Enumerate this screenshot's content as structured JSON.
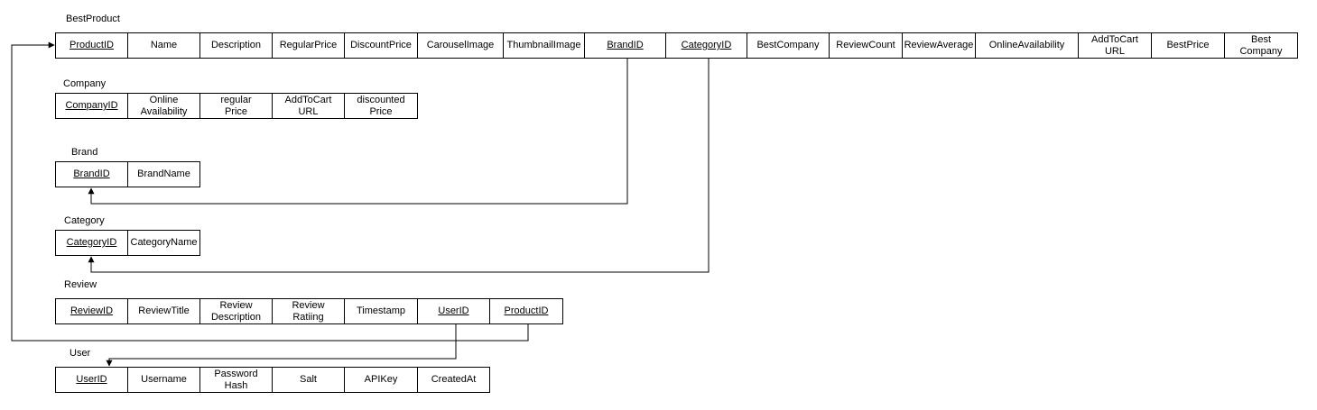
{
  "tables": {
    "bestproduct": {
      "name": "BestProduct",
      "columns": [
        "ProductID",
        "Name",
        "Description",
        "RegularPrice",
        "DiscountPrice",
        "CarouselImage",
        "ThumbnailImage",
        "BrandID",
        "CategoryID",
        "BestCompany",
        "ReviewCount",
        "ReviewAverage",
        "OnlineAvailability",
        "AddToCart\nURL",
        "BestPrice",
        "Best\nCompany"
      ]
    },
    "company": {
      "name": "Company",
      "columns": [
        "CompanyID",
        "Online\nAvailability",
        "regular\nPrice",
        "AddToCart\nURL",
        "discounted\nPrice"
      ]
    },
    "brand": {
      "name": "Brand",
      "columns": [
        "BrandID",
        "BrandName"
      ]
    },
    "category": {
      "name": "Category",
      "columns": [
        "CategoryID",
        "CategoryName"
      ]
    },
    "review": {
      "name": "Review",
      "columns": [
        "ReviewID",
        "ReviewTitle",
        "Review\nDescription",
        "Review\nRatiing",
        "Timestamp",
        "UserID",
        "ProductID"
      ]
    },
    "user": {
      "name": "User",
      "columns": [
        "UserID",
        "Username",
        "Password\nHash",
        "Salt",
        "APIKey",
        "CreatedAt"
      ]
    }
  }
}
